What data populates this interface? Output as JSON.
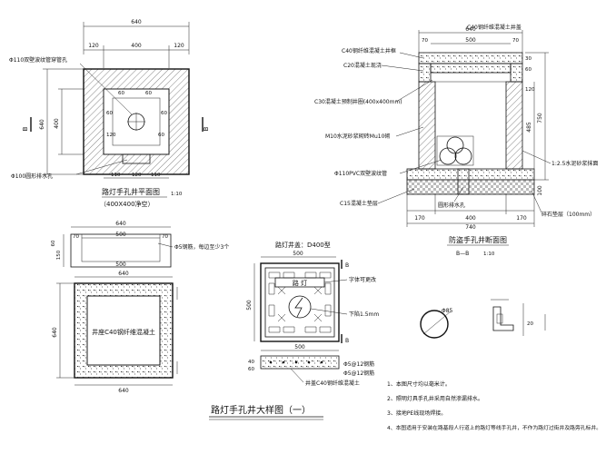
{
  "plan_view": {
    "title": "路灯手孔井平面图",
    "scale": "1:10",
    "subtitle": "（400X400净空）",
    "dims": {
      "total_width": "640",
      "wall_left": "120",
      "inner": "400",
      "wall_right": "120",
      "side_total": "640",
      "side_inner": "400",
      "side_wall": "120",
      "d60": "60",
      "d110": "110",
      "d120": "120"
    },
    "label_pipe_110": "Φ110双壁波纹管穿管孔",
    "label_drain_100": "Φ100圆形排水孔",
    "section_mark": "B"
  },
  "section_view": {
    "title": "防盗手孔井断面图",
    "subtitle": "B—B",
    "scale": "1:10",
    "dims": {
      "top_640": "640",
      "top_500": "500",
      "top_70": "70",
      "base_740": "740",
      "b170": "170",
      "b400": "400",
      "h750": "750",
      "h485": "485",
      "h100": "100",
      "h60": "60",
      "s120": "120",
      "s30": "30"
    },
    "label_cover": "C40钢纤维混凝土井盖",
    "label_frame": "C40钢纤维混凝土井框",
    "label_c20": "C20混凝土现浇",
    "label_ring": "C30混凝土预制井圈(400x400mm)",
    "label_wall": "M10水泥砂浆砌砖Mu10砌",
    "label_pvc": "Φ110PVC双壁波纹管",
    "label_base": "C15混凝土垫层",
    "label_drain": "圆形排水孔",
    "label_plaster": "1:2.5水泥砂浆抹面",
    "label_gravel": "碎石垫层（100mm）"
  },
  "frame_view": {
    "dims": {
      "top_640": "640",
      "top_500": "500",
      "d70": "70",
      "d150": "150",
      "d70b": "70",
      "d60": "60",
      "side_640": "640",
      "bottom_640": "640"
    },
    "label_rebar": "Φ5钢筋，每边至少3个",
    "label_center": "井座C40钢纤维混凝土"
  },
  "cover_view": {
    "header": "路灯井盖：D400型",
    "dims": {
      "top_500": "500",
      "bottom_500": "500",
      "side_500": "500",
      "d40": "40",
      "d60": "60",
      "rebar_dia": "Φ5"
    },
    "cover_text": "路 灯",
    "label_text_change": "字体可更改",
    "label_depth": "下陷1.5mm",
    "label_rebar_a": "Φ5@12钢筋",
    "label_rebar_b": "Φ5@12钢筋",
    "label_concrete": "井盖C40钢纤维混凝土",
    "bracket": "B"
  },
  "detail_view": {
    "dim_a": "Φ85",
    "dim_b": "20"
  },
  "main_title": "路灯手孔井大样图（一）",
  "notes": [
    "1、本图尺寸均以毫米计。",
    "2、照明灯具手孔井采用自然渗漏排水。",
    "3、接地PE线现场焊接。",
    "4、本图适用于安装在路基段人行道上的路灯等线手孔井，不作为路灯过街井及路旁孔标井。"
  ]
}
